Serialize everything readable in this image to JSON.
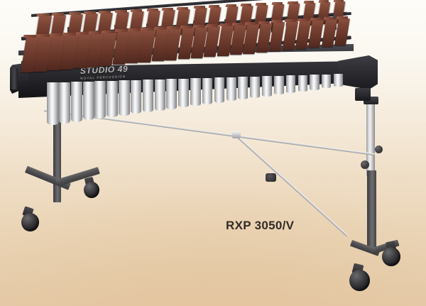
{
  "scene": {
    "subject": "xylophone",
    "model_label": "RXP 3050/V",
    "brand_logo": "STUDIO 49",
    "brand_sub": "ROYAL PERCUSSION",
    "background": {
      "top_color": "#fdfcf8",
      "bottom_color": "#e5c9a6"
    }
  },
  "colors": {
    "bar_wood": "#6d3b2d",
    "bar_wood_light": "#8a5040",
    "frame_black": "#222226",
    "tube_silver": "#d5d6d8",
    "stand_dark": "#4a4a4d",
    "post_silver": "#c8c8ca",
    "caster_black": "#1d1d1f",
    "label_text": "#322c26"
  },
  "instrument": {
    "naturals": {
      "count": 25,
      "label": "natural-bars-row"
    },
    "accidentals": {
      "count": 18,
      "label": "accidental-bars-row",
      "groups": [
        2,
        3,
        2,
        3,
        2,
        3,
        2,
        3
      ]
    },
    "resonators": {
      "count": 25,
      "label": "resonator-tubes"
    },
    "stand": {
      "left_leg": "left-leg-assembly",
      "right_leg": "right-leg-assembly",
      "brace": "diagonal-cross-brace",
      "casters": 4
    }
  }
}
